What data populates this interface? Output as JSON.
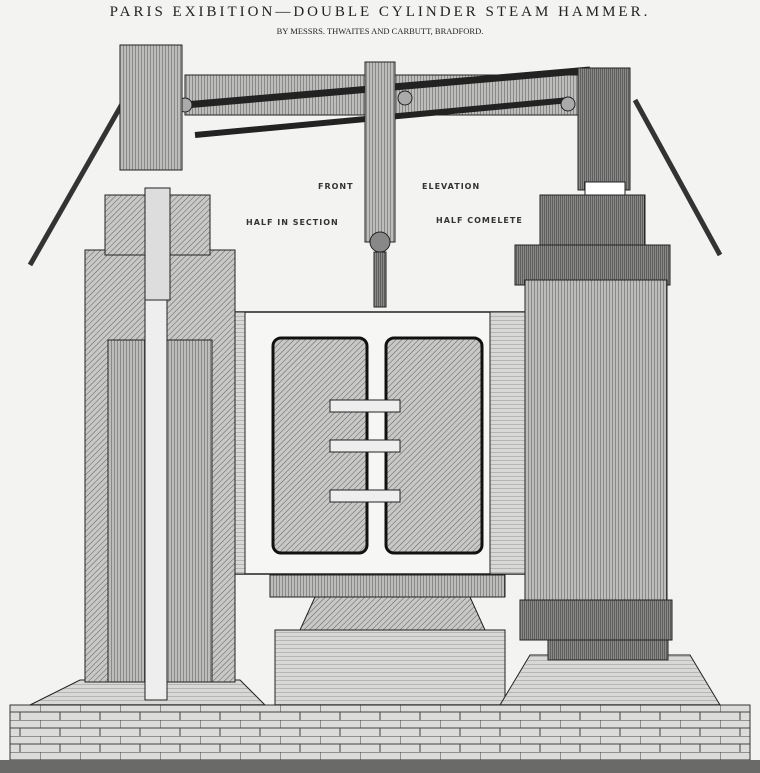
{
  "title": "PARIS EXIBITION—DOUBLE CYLINDER STEAM HAMMER.",
  "subtitle": "BY MESSRS. THWAITES AND CARBUTT, BRADFORD.",
  "labels": {
    "front": "FRONT",
    "elevation": "ELEVATION",
    "half_section": "HALF IN SECTION",
    "half_complete": "HALF COMELETE"
  },
  "colors": {
    "paper": "#f3f3f1",
    "ink": "#222222"
  }
}
